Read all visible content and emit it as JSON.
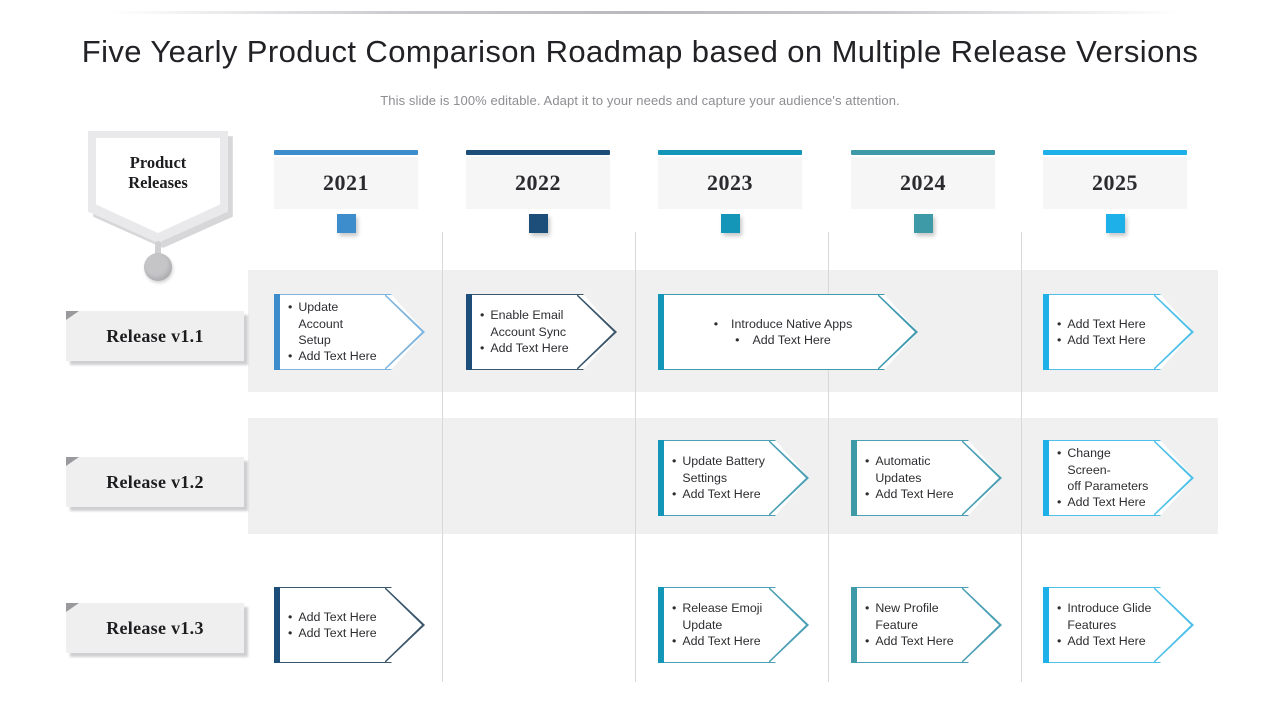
{
  "header": {
    "title": "Five Yearly Product Comparison Roadmap based on Multiple Release Versions",
    "subtitle": "This slide is 100% editable. Adapt it to your needs and capture your audience's attention."
  },
  "badge": {
    "line1": "Product",
    "line2": "Releases"
  },
  "colors": {
    "y2021": "#3d8ccc",
    "y2022": "#1d4e79",
    "y2023": "#1496b8",
    "y2024": "#3f9aa8",
    "y2025": "#1eb0e8",
    "band": "#f0f0f0",
    "divider": "#d8d8da"
  },
  "years": [
    {
      "label": "2021",
      "color": "#3d8ccc"
    },
    {
      "label": "2022",
      "color": "#1d4e79"
    },
    {
      "label": "2023",
      "color": "#1496b8"
    },
    {
      "label": "2024",
      "color": "#3f9aa8"
    },
    {
      "label": "2025",
      "color": "#1eb0e8"
    }
  ],
  "releases": [
    {
      "label": "Release v1.1"
    },
    {
      "label": "Release v1.2"
    },
    {
      "label": "Release v1.3"
    }
  ],
  "bullet": "•",
  "cards": [
    {
      "row": "Release v1.1",
      "year": "2021",
      "accent": "#3d8ccc",
      "outline": "#7fb4dd",
      "items": [
        "Update Account\nSetup",
        "Add Text Here"
      ]
    },
    {
      "row": "Release v1.1",
      "year": "2022",
      "accent": "#1d4e79",
      "outline": "#3c566b",
      "items": [
        "Enable Email\nAccount Sync",
        "Add Text Here"
      ]
    },
    {
      "row": "Release v1.1",
      "year": "2023",
      "accent": "#1496b8",
      "outline": "#3f9ab0",
      "items": [
        "Introduce Native Apps",
        "Add Text Here"
      ]
    },
    {
      "row": "Release v1.1",
      "year": "2025",
      "accent": "#1eb0e8",
      "outline": "#4fc0e8",
      "items": [
        "Add Text Here",
        "Add Text Here"
      ]
    },
    {
      "row": "Release v1.2",
      "year": "2023",
      "accent": "#1496b8",
      "outline": "#4a9fb4",
      "items": [
        "Update Battery\nSettings",
        "Add Text Here"
      ]
    },
    {
      "row": "Release v1.2",
      "year": "2024",
      "accent": "#3f9aa8",
      "outline": "#4a9fb4",
      "items": [
        "Automatic\nUpdates",
        "Add Text Here"
      ]
    },
    {
      "row": "Release v1.2",
      "year": "2025",
      "accent": "#1eb0e8",
      "outline": "#4fc0e8",
      "items": [
        "Change Screen-\noff Parameters",
        "Add Text Here"
      ]
    },
    {
      "row": "Release v1.3",
      "year": "2021",
      "accent": "#1d4e79",
      "outline": "#3c566b",
      "items": [
        "Add Text Here",
        "Add Text Here"
      ]
    },
    {
      "row": "Release v1.3",
      "year": "2023",
      "accent": "#1496b8",
      "outline": "#4a9fb4",
      "items": [
        "Release Emoji\nUpdate",
        "Add Text Here"
      ]
    },
    {
      "row": "Release v1.3",
      "year": "2024",
      "accent": "#3f9aa8",
      "outline": "#4a9fb4",
      "items": [
        "New Profile\nFeature",
        "Add Text Here"
      ]
    },
    {
      "row": "Release v1.3",
      "year": "2025",
      "accent": "#1eb0e8",
      "outline": "#4fc0e8",
      "items": [
        "Introduce Glide\nFeatures",
        "Add Text Here"
      ]
    }
  ]
}
